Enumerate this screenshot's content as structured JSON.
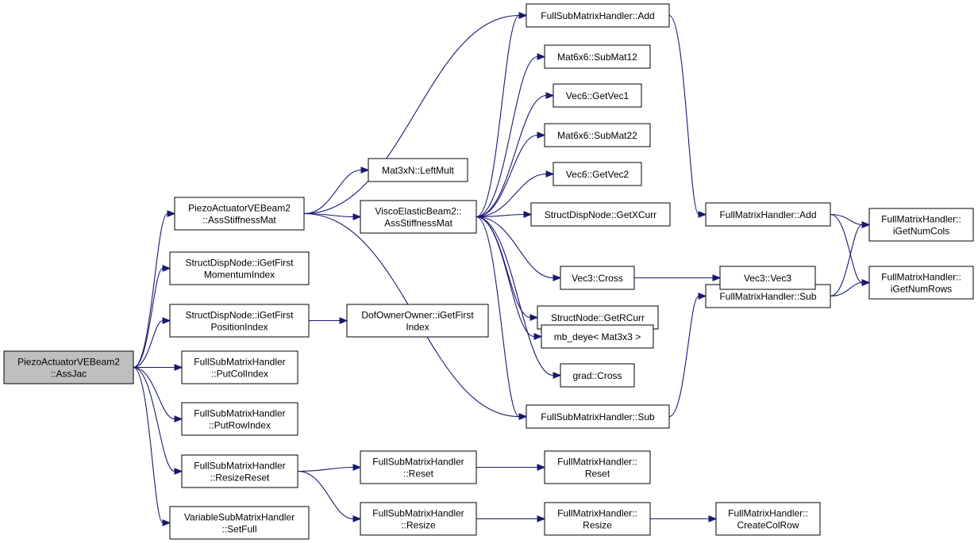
{
  "diagram": {
    "colors": {
      "node_fill": "#ffffff",
      "root_fill": "#bfbfbf",
      "edge": "#191970",
      "border": "#000000"
    },
    "nodes": [
      {
        "id": "root",
        "lines": [
          "PiezoActuatorVEBeam2",
          "::AssJac"
        ],
        "root": true
      },
      {
        "id": "pa_ass",
        "lines": [
          "PiezoActuatorVEBeam2",
          "::AssStiffnessMat"
        ]
      },
      {
        "id": "sdn_mom",
        "lines": [
          "StructDispNode::iGetFirst",
          "MomentumIndex"
        ]
      },
      {
        "id": "sdn_pos",
        "lines": [
          "StructDispNode::iGetFirst",
          "PositionIndex"
        ]
      },
      {
        "id": "fsm_putcol",
        "lines": [
          "FullSubMatrixHandler",
          "::PutColIndex"
        ]
      },
      {
        "id": "fsm_putrow",
        "lines": [
          "FullSubMatrixHandler",
          "::PutRowIndex"
        ]
      },
      {
        "id": "fsm_resreset",
        "lines": [
          "FullSubMatrixHandler",
          "::ResizeReset"
        ]
      },
      {
        "id": "vsm_setfull",
        "lines": [
          "VariableSubMatrixHandler",
          "::SetFull"
        ]
      },
      {
        "id": "mat3xn",
        "lines": [
          "Mat3xN::LeftMult"
        ]
      },
      {
        "id": "ve_ass",
        "lines": [
          "ViscoElasticBeam2::",
          "AssStiffnessMat"
        ]
      },
      {
        "id": "dof_owner",
        "lines": [
          "DofOwnerOwner::iGetFirst",
          "Index"
        ]
      },
      {
        "id": "fsm_reset",
        "lines": [
          "FullSubMatrixHandler",
          "::Reset"
        ]
      },
      {
        "id": "fsm_resize",
        "lines": [
          "FullSubMatrixHandler",
          "::Resize"
        ]
      },
      {
        "id": "fsm_add",
        "lines": [
          "FullSubMatrixHandler::Add"
        ]
      },
      {
        "id": "m66_sub12",
        "lines": [
          "Mat6x6::SubMat12"
        ]
      },
      {
        "id": "v6_get1",
        "lines": [
          "Vec6::GetVec1"
        ]
      },
      {
        "id": "m66_sub22",
        "lines": [
          "Mat6x6::SubMat22"
        ]
      },
      {
        "id": "v6_get2",
        "lines": [
          "Vec6::GetVec2"
        ]
      },
      {
        "id": "sdn_getx",
        "lines": [
          "StructDispNode::GetXCurr"
        ]
      },
      {
        "id": "v3_cross",
        "lines": [
          "Vec3::Cross"
        ]
      },
      {
        "id": "sn_getr",
        "lines": [
          "StructNode::GetRCurr"
        ]
      },
      {
        "id": "mb_deye",
        "lines": [
          "mb_deye< Mat3x3 >"
        ]
      },
      {
        "id": "grad_cross",
        "lines": [
          "grad::Cross"
        ]
      },
      {
        "id": "fsm_sub",
        "lines": [
          "FullSubMatrixHandler::Sub"
        ]
      },
      {
        "id": "fmh_reset",
        "lines": [
          "FullMatrixHandler::",
          "Reset"
        ]
      },
      {
        "id": "fmh_resize",
        "lines": [
          "FullMatrixHandler::",
          "Resize"
        ]
      },
      {
        "id": "fmh_add",
        "lines": [
          "FullMatrixHandler::Add"
        ]
      },
      {
        "id": "fmh_sub",
        "lines": [
          "FullMatrixHandler::Sub"
        ]
      },
      {
        "id": "v3_vec3",
        "lines": [
          "Vec3::Vec3"
        ]
      },
      {
        "id": "fmh_cols",
        "lines": [
          "FullMatrixHandler::",
          "iGetNumCols"
        ]
      },
      {
        "id": "fmh_rows",
        "lines": [
          "FullMatrixHandler::",
          "iGetNumRows"
        ]
      },
      {
        "id": "fmh_create",
        "lines": [
          "FullMatrixHandler::",
          "CreateColRow"
        ]
      }
    ],
    "edges": [
      [
        "root",
        "pa_ass"
      ],
      [
        "root",
        "sdn_mom"
      ],
      [
        "root",
        "sdn_pos"
      ],
      [
        "root",
        "fsm_putcol"
      ],
      [
        "root",
        "fsm_putrow"
      ],
      [
        "root",
        "fsm_resreset"
      ],
      [
        "root",
        "vsm_setfull"
      ],
      [
        "pa_ass",
        "fsm_add"
      ],
      [
        "pa_ass",
        "mat3xn"
      ],
      [
        "pa_ass",
        "ve_ass"
      ],
      [
        "pa_ass",
        "fsm_sub"
      ],
      [
        "sdn_pos",
        "dof_owner"
      ],
      [
        "fsm_resreset",
        "fsm_reset"
      ],
      [
        "fsm_resreset",
        "fsm_resize"
      ],
      [
        "fsm_reset",
        "fmh_reset"
      ],
      [
        "fsm_resize",
        "fmh_resize"
      ],
      [
        "fmh_resize",
        "fmh_create"
      ],
      [
        "ve_ass",
        "fsm_add"
      ],
      [
        "ve_ass",
        "m66_sub12"
      ],
      [
        "ve_ass",
        "v6_get1"
      ],
      [
        "ve_ass",
        "m66_sub22"
      ],
      [
        "ve_ass",
        "v6_get2"
      ],
      [
        "ve_ass",
        "sdn_getx"
      ],
      [
        "ve_ass",
        "v3_cross"
      ],
      [
        "ve_ass",
        "sn_getr"
      ],
      [
        "ve_ass",
        "mb_deye"
      ],
      [
        "ve_ass",
        "grad_cross"
      ],
      [
        "ve_ass",
        "fsm_sub"
      ],
      [
        "fsm_add",
        "fmh_add"
      ],
      [
        "fsm_sub",
        "fmh_sub"
      ],
      [
        "v3_cross",
        "v3_vec3"
      ],
      [
        "fmh_add",
        "fmh_cols"
      ],
      [
        "fmh_add",
        "fmh_rows"
      ],
      [
        "fmh_sub",
        "fmh_cols"
      ],
      [
        "fmh_sub",
        "fmh_rows"
      ]
    ]
  }
}
